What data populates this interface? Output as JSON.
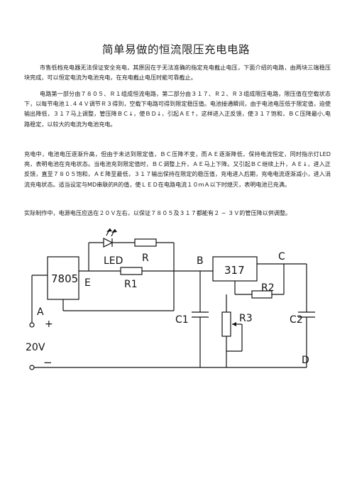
{
  "title": "简单易做的恒流限压充电电路",
  "paragraphs": [
    "市售低档充电器无法保证安全充电，其原因在于无法准确的指定充电截止电压，下面介绍的电路，由两块三端稳压块完成，可以恒定电流为电池充电，在充电截止电压时能可靠截止。",
    "电路第一部分由７８０５、Ｒ１组成恒流电路，第二部分由３１７、Ｒ２、Ｒ３组成限压电路，限压值在空载状态下，以每节电池１.４４Ｖ调节Ｒ３得到，空载下电路可得到限定稳压值。电池接通瞬间，由于电池电压低于限定值，迫使输出降低，３１７马上调整，管压降ＢＣ↓，使ＢＤ↓，引起ＡＥ↑，这样进入正反馈，使３１７饱和，ＢＣ压降最小,电路稳定，以较大的电流为电池充电。",
    "充电中，电池电压逐渐升高，但由于未达到限定值，ＢＣ压降不变，而ＡＥ逐渐降低，保持电流恒定，同时指示灯LED亮，表明电池在充电状态。当电池充到限定值时，ＢＣ调整上升，ＡＥ马上下降。又引起ＢＣ继续上升，ＡＥ↓，进入正反馈，直至７８０５饱和，ＡＥ降至最低，３１７输出保持在限定的稳压值，充电进入后期，充电电流逐渐减小，进入涓流充电状态。适当设定与MD串联的R的值，使ＬＥＤ在电路电流１０ｍＡ以下时熄灭，表明电池已充满。",
    "实际制作中，电源电压应选在２０Ｖ左右，以保证７８０５及３１７都能有２ ~ ３Ｖ的管压降以供调整。"
  ],
  "schematic": {
    "labels": {
      "ic1": "7805",
      "ic2": "317",
      "led": "LED",
      "r": "R",
      "r1": "R1",
      "r2": "R2",
      "r3": "R3",
      "c1": "C1",
      "c2": "C2",
      "node_a": "A",
      "node_b": "B",
      "node_c": "C",
      "node_d": "D",
      "node_e": "E",
      "plus": "+",
      "minus": "−",
      "voltage": "20V"
    }
  }
}
